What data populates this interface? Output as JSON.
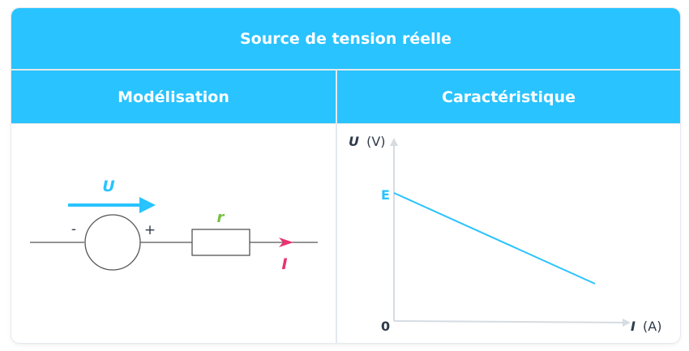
{
  "title": "Source de tension réelle",
  "columns": {
    "left": "Modélisation",
    "right": "Caractéristique"
  },
  "circuit": {
    "voltage_label": "U",
    "minus_label": "-",
    "plus_label": "+",
    "resistor_label": "r",
    "current_label": "I"
  },
  "graph": {
    "y_axis_symbol": "U",
    "y_axis_unit": "(V)",
    "x_axis_symbol": "I",
    "x_axis_unit": "(A)",
    "origin_label": "0",
    "intercept_label": "E"
  },
  "colors": {
    "header": "#29c3ff",
    "voltage_arrow": "#29c3ff",
    "resistor_label": "#76c043",
    "current": "#e8336e",
    "line": "#29c3ff",
    "axis": "#d5dce2",
    "text": "#2f3b4a"
  }
}
